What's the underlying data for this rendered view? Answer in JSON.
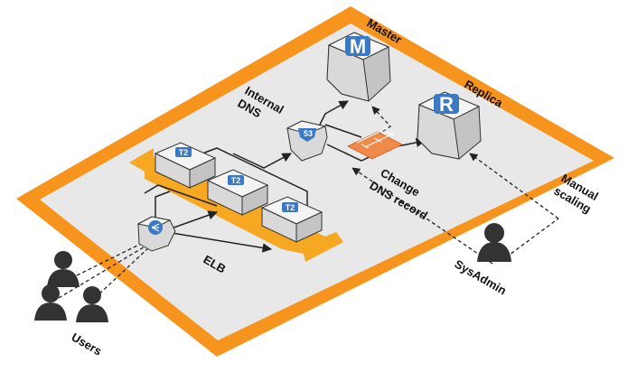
{
  "colors": {
    "platform_fill": "#e8e8e8",
    "platform_border": "#f7941d",
    "arrow_band": "#f7a823",
    "icon_blue": "#3b79c3",
    "node_top": "#f4f4f4",
    "node_side_light": "#d9d9d9",
    "node_side_dark": "#c4c4c4",
    "stroke": "#333333",
    "firewall": "#f08a4b",
    "person": "#333333"
  },
  "labels": {
    "master": "Master",
    "replica": "Replica",
    "internal_dns_line1": "Internal",
    "internal_dns_line2": "DNS",
    "change_dns_line1": "Change",
    "change_dns_line2": "DNS record",
    "manual_scaling_line1": "Manual",
    "manual_scaling_line2": "scaling",
    "elb": "ELB",
    "sysadmin": "SysAdmin",
    "users": "Users"
  },
  "icons": {
    "master_letter": "M",
    "replica_letter": "R",
    "route53_text": "53",
    "instance_1_text": "T2",
    "instance_2_text": "T2",
    "instance_3_text": "T2"
  }
}
